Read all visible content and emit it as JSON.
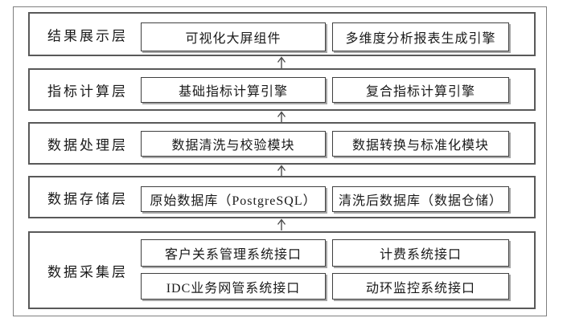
{
  "diagram": {
    "layers": [
      {
        "label": "结果展示层",
        "boxes": [
          "可视化大屏组件",
          "多维度分析报表生成引擎"
        ]
      },
      {
        "label": "指标计算层",
        "boxes": [
          "基础指标计算引擎",
          "复合指标计算引擎"
        ]
      },
      {
        "label": "数据处理层",
        "boxes": [
          "数据清洗与校验模块",
          "数据转换与标准化模块"
        ]
      },
      {
        "label": "数据存储层",
        "boxes": [
          "原始数据库（PostgreSQL）",
          "清洗后数据库（数据仓储）"
        ]
      },
      {
        "label": "数据采集层",
        "boxes": [
          "客户关系管理系统接口",
          "计费系统接口",
          "IDC业务网管系统接口",
          "动环监控系统接口"
        ]
      }
    ],
    "arrows": {
      "direction": "up",
      "count": 4
    },
    "colors": {
      "background": "#ffffff",
      "frame_border": "#7f7f7f",
      "layer_border": "#595959",
      "node_border": "#404040",
      "node_shadow": "#a6a6a6",
      "text": "#1a1a1a",
      "arrow": "#4d4d4d"
    }
  }
}
